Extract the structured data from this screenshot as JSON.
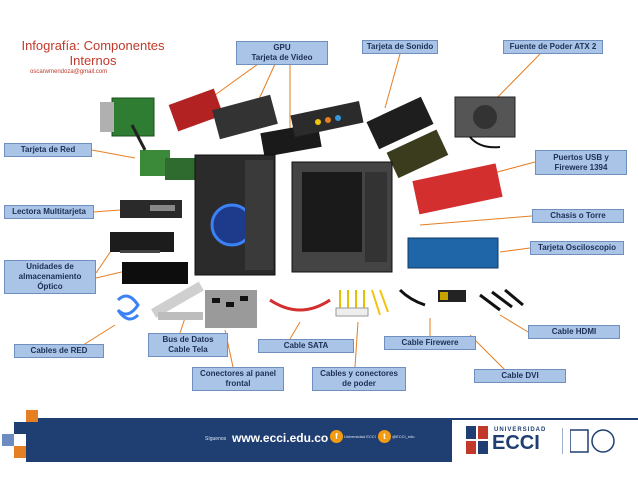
{
  "title": {
    "line1": "Infografía: Componentes",
    "line2": "Internos",
    "email": "oscarwmendoza@gmail.com"
  },
  "labels": {
    "gpu": "GPU\nTarjeta de Video",
    "sonido": "Tarjeta de Sonido",
    "fuente": "Fuente de Poder ATX 2",
    "red": "Tarjeta de Red",
    "usb": "Puertos USB y\nFirewere 1394",
    "lectora": "Lectora Multitarjeta",
    "chasis": "Chasis o Torre",
    "unidades": "Unidades de\nalmacenamiento\nÓptico",
    "osciloscopio": "Tarjeta Osciloscopio",
    "hdmi": "Cable HDMI",
    "cables_red": "Cables de RED",
    "bus": "Bus de Datos\nCable Tela",
    "sata": "Cable SATA",
    "firewere": "Cable Firewere",
    "dvi": "Cable DVI",
    "conectores_panel": "Conectores al panel\nfrontal",
    "cables_conectores": "Cables y conectores\nde poder"
  },
  "footer": {
    "siguenos": "Síguenos",
    "website": "www.ecci.edu.co",
    "facebook_icon": "f",
    "facebook_text": "Universidad ECCI",
    "twitter_icon": "t",
    "twitter_text": "@ECCI_edu",
    "universidad": "UNIVERSIDAD",
    "ecci": "ECCI"
  },
  "colors": {
    "label_bg": "#a9c4e6",
    "label_border": "#6f8fbf",
    "arrow": "#e67e22",
    "title": "#c0392b",
    "footer_bg": "#1f3f73"
  }
}
